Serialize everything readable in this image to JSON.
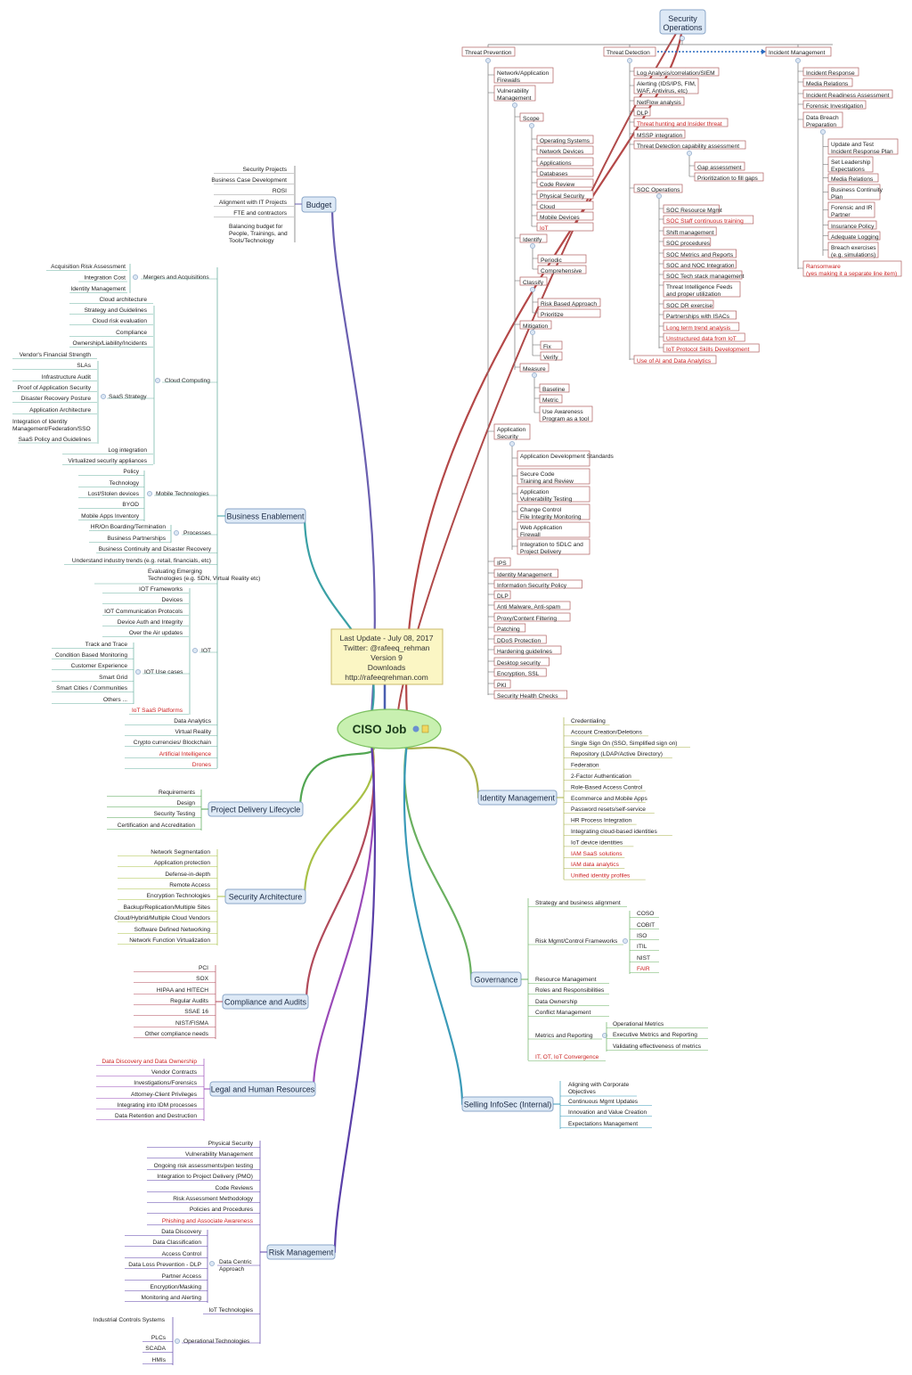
{
  "center": {
    "title": "CISO Job"
  },
  "note": {
    "lines": [
      "Last Update - July 08, 2017",
      "Twitter: @rafeeq_rehman",
      "Version 9",
      "Downloads",
      "http://rafeeqrehman.com"
    ]
  },
  "colors": {
    "text": "#222222",
    "highlight": "#cc2222",
    "topic_fill": "#dde9f6",
    "topic_border": "#8aa6c8",
    "note_fill": "#fbf6c4",
    "center_fill": "#c8f0b0",
    "bracket": "#666666"
  },
  "branches": {
    "budget": {
      "label": "Budget",
      "children": [
        "Security Projects",
        "Business Case Development",
        "ROSI",
        "Alignment with IT Projects",
        "FTE and contractors",
        "Balancing budget for People, Trainings, and Tools/Technology"
      ]
    },
    "business_enablement": {
      "label": "Business Enablement",
      "mergers": {
        "label": "Mergers and Acquisitions",
        "children": [
          "Acquisition Risk Assessment",
          "Integration Cost",
          "Identity Management"
        ]
      },
      "cloud": {
        "label": "Cloud Computing",
        "children": [
          "Cloud architecture",
          "Strategy and Guidelines",
          "Cloud risk evaluation",
          "Compliance",
          "Ownership/Liability/Incidents",
          "Log integration",
          "Virtualized security appliances"
        ]
      },
      "saas": {
        "label": "SaaS Strategy",
        "children": [
          "Vendor's Financial Strength",
          "SLAs",
          "Infrastructure Audit",
          "Proof of Application Security",
          "Disaster Recovery Posture",
          "Application Architecture",
          "Integration of Identity Management/Federation/SSO",
          "SaaS Policy and Guidelines"
        ]
      },
      "mobile": {
        "label": "Mobile Technologies",
        "children": [
          "Policy",
          "Technology",
          "Lost/Stolen devices",
          "BYOD",
          "Mobile Apps Inventory"
        ]
      },
      "processes": {
        "label": "Processes",
        "children": [
          "HR/On Boarding/Termination",
          "Business Partnerships"
        ]
      },
      "other": [
        "Business Continuity and Disaster Recovery",
        "Understand industry trends (e.g. retail, financials, etc)",
        "Evaluating Emerging Technologies (e.g. SDN, Virtual Reality etc)"
      ],
      "iot": {
        "label": "IOT",
        "children": [
          "IOT Frameworks",
          "Devices",
          "IOT Communication Protocols",
          "Device Auth and Integrity",
          "Over the Air updates",
          "IoT SaaS Platforms"
        ]
      },
      "iot_use": {
        "label": "IOT Use cases",
        "children": [
          "Track and Trace",
          "Condition Based Monitoring",
          "Customer Experience",
          "Smart Grid",
          "Smart Cities / Communities",
          "Others ..."
        ]
      },
      "tail": [
        "Data Analytics",
        "Virtual Reality",
        "Crypto currencies/ Blockchain",
        "Artificial Intelligence",
        "Drones"
      ]
    },
    "project_delivery": {
      "label": "Project Delivery Lifecycle",
      "children": [
        "Requirements",
        "Design",
        "Security Testing",
        "Certification and Accreditation"
      ]
    },
    "security_architecture": {
      "label": "Security Architecture",
      "children": [
        "Network Segmentation",
        "Application protection",
        "Defense-in-depth",
        "Remote Access",
        "Encryption Technologies",
        "Backup/Replication/Multiple Sites",
        "Cloud/Hybrid/Multiple Cloud Vendors",
        "Software Defined Networking",
        "Network Function Virtualization"
      ]
    },
    "compliance": {
      "label": "Compliance and Audits",
      "children": [
        "PCI",
        "SOX",
        "HIPAA and HITECH",
        "Regular Audits",
        "SSAE 16",
        "NIST/FISMA",
        "Other compliance needs"
      ]
    },
    "legal": {
      "label": "Legal and Human Resources",
      "children": [
        "Data Discovery and Data Ownership",
        "Vendor Contracts",
        "Investigations/Forensics",
        "Attorney-Client Privileges",
        "Integrating into IDM processes",
        "Data Retention and Destruction"
      ]
    },
    "risk": {
      "label": "Risk Management",
      "children": [
        "Physical Security",
        "Vulnerability Management",
        "Ongoing risk assessments/pen testing",
        "Integration to Project Delivery (PMO)",
        "Code Reviews",
        "Risk Assessment Methodology",
        "Policies and Procedures",
        "Phishing and Associate Awareness"
      ],
      "data_centric": {
        "label": "Data Centric Approach",
        "children": [
          "Data Discovery",
          "Data Classification",
          "Access Control",
          "Data Loss Prevention - DLP",
          "Partner Access",
          "Encryption/Masking",
          "Monitoring and Alerting"
        ]
      },
      "iot_tech": "IoT Technologies",
      "operational": {
        "label": "Operational Technologies",
        "children": [
          "Industrial Controls Systems",
          "PLCs",
          "SCADA",
          "HMIs"
        ]
      }
    },
    "identity": {
      "label": "Identity Management",
      "children": [
        "Credentialing",
        "Account Creation/Deletions",
        "Single Sign On (SSO, Simplified sign on)",
        "Repository (LDAP/Active Directory)",
        "Federation",
        "2-Factor Authentication",
        "Role-Based Access Control",
        "Ecommerce and Mobile Apps",
        "Password resets/self-service",
        "HR Process Integration",
        "Integrating cloud-based identities",
        "IoT device identities",
        "IAM SaaS solutions",
        "IAM data analytics",
        "Unified identity profiles"
      ]
    },
    "governance": {
      "label": "Governance",
      "strategy": "Strategy and business alignment",
      "frameworks": {
        "label": "Risk Mgmt/Control Frameworks",
        "children": [
          "COSO",
          "COBIT",
          "ISO",
          "ITIL",
          "NIST",
          "FAIR"
        ]
      },
      "middle": [
        "Resource Management",
        "Roles and Responsibilities",
        "Data Ownership",
        "Conflict Management"
      ],
      "metrics": {
        "label": "Metrics and Reporting",
        "children": [
          "Operational Metrics",
          "Executive Metrics and Reporting",
          "Validating effectiveness of metrics"
        ]
      },
      "convergence": "IT, OT, IoT Convergence"
    },
    "selling": {
      "label": "Selling InfoSec (Internal)",
      "children": [
        "Aligning with Corporate Objectives",
        "Continuous Mgmt Updates",
        "Innovation and Value Creation",
        "Expectations Management"
      ]
    },
    "secops": {
      "label": "Security Operations",
      "threat_prevention": {
        "label": "Threat Prevention",
        "firewalls": "Network/Application Firewalls",
        "vuln": "Vulnerability Management",
        "scope": {
          "label": "Scope",
          "children": [
            "Operating Systems",
            "Network Devices",
            "Applications",
            "Databases",
            "Code Review",
            "Physical Security",
            "Cloud",
            "Mobile Devices",
            "IoT"
          ]
        },
        "identify": {
          "label": "Identify",
          "children": [
            "Periodic",
            "Comprehensive"
          ]
        },
        "classify": {
          "label": "Classify",
          "children": [
            "Risk Based Approach",
            "Prioritize"
          ]
        },
        "mitigation": {
          "label": "Mitigation",
          "children": [
            "Fix",
            "Verify"
          ]
        },
        "measure": {
          "label": "Measure",
          "children": [
            "Baseline",
            "Metric",
            "Use Awareness Program as a tool"
          ]
        },
        "appsec": {
          "label": "Application Security",
          "children": [
            "Application Development Standards",
            "Secure Code Training and Review",
            "Application Vulnerability Testing",
            "Change Control File Integrity Monitoring",
            "Web Application Firewall",
            "Integration to SDLC and Project Delivery"
          ]
        },
        "rest": [
          "IPS",
          "Identity Management",
          "Information Security Policy",
          "DLP",
          "Anti Malware, Anti-spam",
          "Proxy/Content Filtering",
          "Patching",
          "DDoS Protection",
          "Hardening guidelines",
          "Desktop security",
          "Encryption, SSL",
          "PKI",
          "Security Health Checks"
        ]
      },
      "threat_detection": {
        "label": "Threat Detection",
        "children": [
          "Log Analysis/correlation/SIEM",
          "Alerting (IDS/IPS, FIM, WAF, Antivirus, etc)",
          "NetFlow analysis",
          "DLP",
          "Threat hunting and Insider threat",
          "MSSP integration",
          "Threat Detection capability assessment"
        ],
        "gap": [
          "Gap assessment",
          "Prioritization to fill gaps"
        ],
        "soc": {
          "label": "SOC Operations",
          "children": [
            "SOC Resource Mgmt",
            "SOC Staff continuous training",
            "Shift management",
            "SOC procedures",
            "SOC Metrics and Reports",
            "SOC and NOC Integration",
            "SOC Tech stack management",
            "Threat Intelligence Feeds and proper utilization",
            "SOC DR exercise",
            "Partnerships with ISACs",
            "Long term trend analysis",
            "Unstructured data from IoT",
            "IoT Protocol Skills Development"
          ]
        },
        "ai": "Use of AI and Data Analytics"
      },
      "incident": {
        "label": "Incident Management",
        "children": [
          "Incident Response",
          "Media Relations",
          "Incident Readiness Assessment",
          "Forensic Investigation"
        ],
        "breach": {
          "label": "Data Breach Preparation",
          "children": [
            "Update and Test Incident Response Plan",
            "Set Leadership Expectations",
            "Media Relations",
            "Business Continuity Plan",
            "Forensic and IR Partner",
            "Insurance Policy",
            "Adequate Logging",
            "Breach exercises (e.g. simulations)"
          ]
        },
        "ransomware": "Ransomware (yes making it a separate line item)"
      }
    }
  }
}
